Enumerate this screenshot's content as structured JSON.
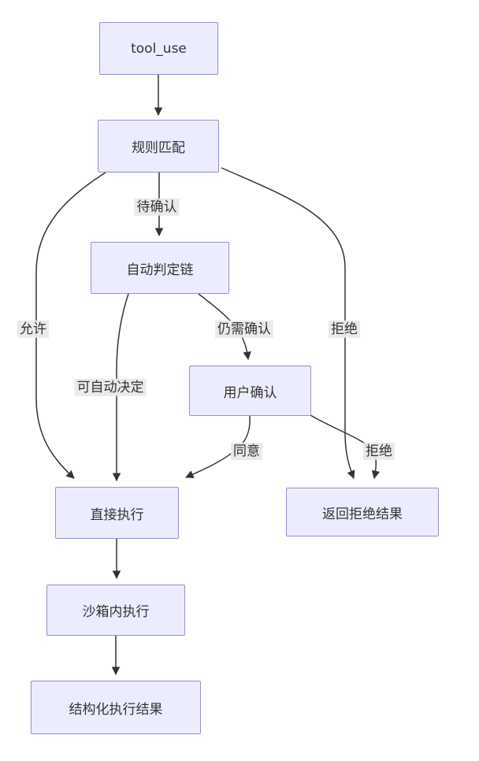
{
  "diagram": {
    "type": "flowchart",
    "direction": "top-down",
    "colors": {
      "background": "#ffffff",
      "node_fill": "#ECECFF",
      "node_border": "#9a8fc8",
      "edge": "#333333",
      "edge_label_bg": "#e8e8e8",
      "text": "#333333"
    },
    "nodes": {
      "tool_use": {
        "label": "tool_use"
      },
      "rule_match": {
        "label": "规则匹配"
      },
      "auto_chain": {
        "label": "自动判定链"
      },
      "user_confirm": {
        "label": "用户确认"
      },
      "direct_exec": {
        "label": "直接执行"
      },
      "reject_result": {
        "label": "返回拒绝结果"
      },
      "sandbox_exec": {
        "label": "沙箱内执行"
      },
      "structured_result": {
        "label": "结构化执行结果"
      }
    },
    "edges": [
      {
        "from": "tool_use",
        "to": "rule_match",
        "label": ""
      },
      {
        "from": "rule_match",
        "to": "auto_chain",
        "label": "待确认"
      },
      {
        "from": "rule_match",
        "to": "direct_exec",
        "label": "允许"
      },
      {
        "from": "rule_match",
        "to": "reject_result",
        "label": "拒绝"
      },
      {
        "from": "auto_chain",
        "to": "direct_exec",
        "label": "可自动决定"
      },
      {
        "from": "auto_chain",
        "to": "user_confirm",
        "label": "仍需确认"
      },
      {
        "from": "user_confirm",
        "to": "direct_exec",
        "label": "同意"
      },
      {
        "from": "user_confirm",
        "to": "reject_result",
        "label": "拒绝"
      },
      {
        "from": "direct_exec",
        "to": "sandbox_exec",
        "label": ""
      },
      {
        "from": "sandbox_exec",
        "to": "structured_result",
        "label": ""
      }
    ]
  }
}
